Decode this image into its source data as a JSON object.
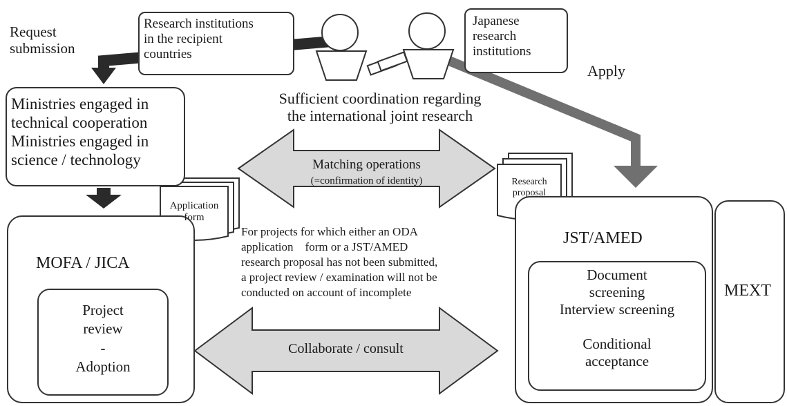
{
  "labels": {
    "request_submission": "Request\nsubmission",
    "recipient_institutions": "Research institutions\nin the recipient\ncountries",
    "japanese_institutions": "Japanese\nresearch\ninstitutions",
    "apply": "Apply",
    "coordination": "Sufficient coordination regarding\nthe international joint research",
    "ministries": "Ministries engaged in\ntechnical cooperation\nMinistries engaged in\nscience / technology",
    "matching": "Matching operations",
    "matching_sub": "(=confirmation of identity)",
    "application_form": "Application\nform",
    "research_proposal": "Research\nproposal",
    "note": "For projects for which either an ODA\napplication    form or a JST/AMED\nresearch proposal has not been submitted,\na project review / examination will not be\nconducted on account of incomplete",
    "mofa_jica": "MOFA / JICA",
    "project_review": "Project\nreview\n-\nAdoption",
    "jst_amed": "JST/AMED",
    "screening": "Document\nscreening\nInterview screening\n\nConditional\nacceptance",
    "mext": "MEXT",
    "collaborate": "Collaborate / consult"
  },
  "colors": {
    "stroke": "#333333",
    "arrow_fill": "#d9d9d9",
    "thick_arrow_dark": "#2a2a2a",
    "thick_arrow_gray": "#707070"
  }
}
